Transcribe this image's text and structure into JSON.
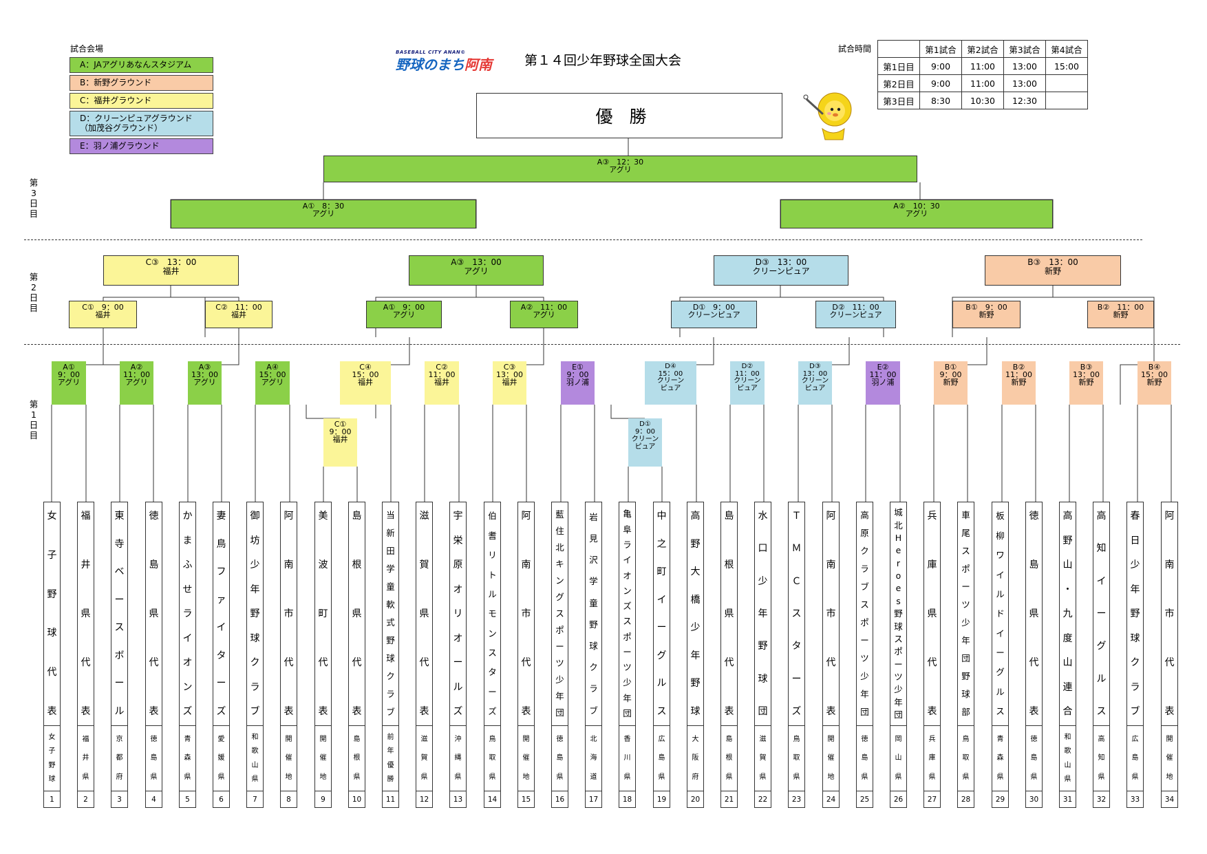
{
  "legend": {
    "title": "試合会場",
    "items": [
      {
        "label": "A：JAアグリあなんスタジアム",
        "color": "#8bd048"
      },
      {
        "label": "B：新野グラウンド",
        "color": "#f9cba7"
      },
      {
        "label": "C：福井グラウンド",
        "color": "#fbf598"
      },
      {
        "label": "D：クリーンピュアグラウンド\n（加茂谷グラウンド）",
        "color": "#b5dde9"
      },
      {
        "label": "E：羽ノ浦グラウンド",
        "color": "#b389dd"
      }
    ]
  },
  "logo": {
    "small": "BASEBALL CITY ANAN©",
    "big_a": "野球のまち",
    "big_b": "阿南"
  },
  "event_title": "第１４回少年野球全国大会",
  "schedule": {
    "label": "試合時間",
    "headers": [
      "第1試合",
      "第2試合",
      "第3試合",
      "第4試合"
    ],
    "rows": [
      {
        "day": "第1日目",
        "times": [
          "9:00",
          "11:00",
          "13:00",
          "15:00"
        ]
      },
      {
        "day": "第2日目",
        "times": [
          "9:00",
          "11:00",
          "13:00",
          ""
        ]
      },
      {
        "day": "第3日目",
        "times": [
          "8:30",
          "10:30",
          "12:30",
          ""
        ]
      }
    ]
  },
  "champion": "優勝",
  "days": [
    "第3日目",
    "第2日目",
    "第1日目"
  ],
  "matches": {
    "final": [
      "A③　12：30",
      "アグリ"
    ],
    "sf1": [
      "A①　8：30",
      "アグリ"
    ],
    "sf2": [
      "A②　10：30",
      "アグリ"
    ],
    "qf1": [
      "C③　13：00",
      "福井"
    ],
    "qf2": [
      "A③　13：00",
      "アグリ"
    ],
    "qf3": [
      "D③　13：00",
      "クリーンピュア"
    ],
    "qf4": [
      "B③　13：00",
      "新野"
    ],
    "r2_1": [
      "C①　9：00",
      "福井"
    ],
    "r2_2": [
      "C②　11：00",
      "福井"
    ],
    "r2_3": [
      "A①　9：00",
      "アグリ"
    ],
    "r2_4": [
      "A②　11：00",
      "アグリ"
    ],
    "r2_5": [
      "D①　9：00",
      "クリーンピュア"
    ],
    "r2_6": [
      "D②　11：00",
      "クリーンピュア"
    ],
    "r2_7": [
      "B①　9：00",
      "新野"
    ],
    "r2_8": [
      "B②　11：00",
      "新野"
    ],
    "r1_1": [
      "A①",
      "9：00",
      "アグリ"
    ],
    "r1_2": [
      "A②",
      "11：00",
      "アグリ"
    ],
    "r1_3": [
      "A③",
      "13：00",
      "アグリ"
    ],
    "r1_4": [
      "A④",
      "15：00",
      "アグリ"
    ],
    "r1_5": [
      "C④",
      "15：00",
      "福井"
    ],
    "r1_6": [
      "C②",
      "11：00",
      "福井"
    ],
    "r1_7": [
      "C③",
      "13：00",
      "福井"
    ],
    "r1_8": [
      "E①",
      "9：00",
      "羽ノ浦"
    ],
    "r1_9": [
      "D④",
      "15：00",
      "クリーン",
      "ピュア"
    ],
    "r1_10": [
      "D②",
      "11：00",
      "クリーン",
      "ピュア"
    ],
    "r1_11": [
      "D③",
      "13：00",
      "クリーン",
      "ピュア"
    ],
    "r1_12": [
      "E②",
      "11：00",
      "羽ノ浦"
    ],
    "r1_13": [
      "B①",
      "9：00",
      "新野"
    ],
    "r1_14": [
      "B②",
      "11：00",
      "新野"
    ],
    "r1_15": [
      "B③",
      "13：00",
      "新野"
    ],
    "r1_16": [
      "B④",
      "15：00",
      "新野"
    ],
    "r0_1": [
      "C①",
      "9：00",
      "福井"
    ],
    "r0_2": [
      "D①",
      "9：00",
      "クリーン",
      "ピュア"
    ]
  },
  "teams": [
    {
      "num": "1",
      "name": "女子野球代表",
      "pref": "女子野球"
    },
    {
      "num": "2",
      "name": "福井県代表",
      "pref": "福井県"
    },
    {
      "num": "3",
      "name": "東寺ベースボール",
      "pref": "京都府"
    },
    {
      "num": "4",
      "name": "徳島県代表",
      "pref": "徳島県"
    },
    {
      "num": "5",
      "name": "かまふせライオンズ",
      "pref": "青森県"
    },
    {
      "num": "6",
      "name": "妻鳥ファイターズ",
      "pref": "愛媛県"
    },
    {
      "num": "7",
      "name": "御坊少年野球クラブ",
      "pref": "和歌山県"
    },
    {
      "num": "8",
      "name": "阿南市代表",
      "pref": "開催地"
    },
    {
      "num": "9",
      "name": "美波町代表",
      "pref": "開催地"
    },
    {
      "num": "10",
      "name": "島根県代表",
      "pref": "島根県"
    },
    {
      "num": "11",
      "name": "当新田学童軟式野球クラブ",
      "pref": "前年優勝"
    },
    {
      "num": "12",
      "name": "滋賀県代表",
      "pref": "滋賀県"
    },
    {
      "num": "13",
      "name": "宇栄原オリオールズ",
      "pref": "沖縄県"
    },
    {
      "num": "14",
      "name": "伯耆リトルモンスターズ",
      "pref": "鳥取県"
    },
    {
      "num": "15",
      "name": "阿南市代表",
      "pref": "開催地"
    },
    {
      "num": "16",
      "name": "藍住北キングスポーツ少年団",
      "pref": "徳島県"
    },
    {
      "num": "17",
      "name": "岩見沢学童野球クラブ",
      "pref": "北海道"
    },
    {
      "num": "18",
      "name": "亀阜ライオンズスポーツ少年団",
      "pref": "香川県"
    },
    {
      "num": "19",
      "name": "中之町イーグルス",
      "pref": "広島県"
    },
    {
      "num": "20",
      "name": "高野大橋少年野球",
      "pref": "大阪府"
    },
    {
      "num": "21",
      "name": "島根県代表",
      "pref": "島根県"
    },
    {
      "num": "22",
      "name": "水口少年野球団",
      "pref": "滋賀県"
    },
    {
      "num": "23",
      "name": "ＴＭＣスターズ",
      "pref": "鳥取県"
    },
    {
      "num": "24",
      "name": "阿南市代表",
      "pref": "開催地"
    },
    {
      "num": "25",
      "name": "高原クラブスポーツ少年団",
      "pref": "徳島県"
    },
    {
      "num": "26",
      "name": "城北Heroes野球スポーツ少年団",
      "pref": "岡山県"
    },
    {
      "num": "27",
      "name": "兵庫県代表",
      "pref": "兵庫県"
    },
    {
      "num": "28",
      "name": "車尾スポーツ少年団野球部",
      "pref": "鳥取県"
    },
    {
      "num": "29",
      "name": "板柳ワイルドイーグルス",
      "pref": "青森県"
    },
    {
      "num": "30",
      "name": "徳島県代表",
      "pref": "徳島県"
    },
    {
      "num": "31",
      "name": "高野山・九度山連合",
      "pref": "和歌山県"
    },
    {
      "num": "32",
      "name": "高知イーグルス",
      "pref": "高知県"
    },
    {
      "num": "33",
      "name": "春日少年野球クラブ",
      "pref": "広島県"
    },
    {
      "num": "34",
      "name": "阿南市代表",
      "pref": "開催地"
    }
  ]
}
